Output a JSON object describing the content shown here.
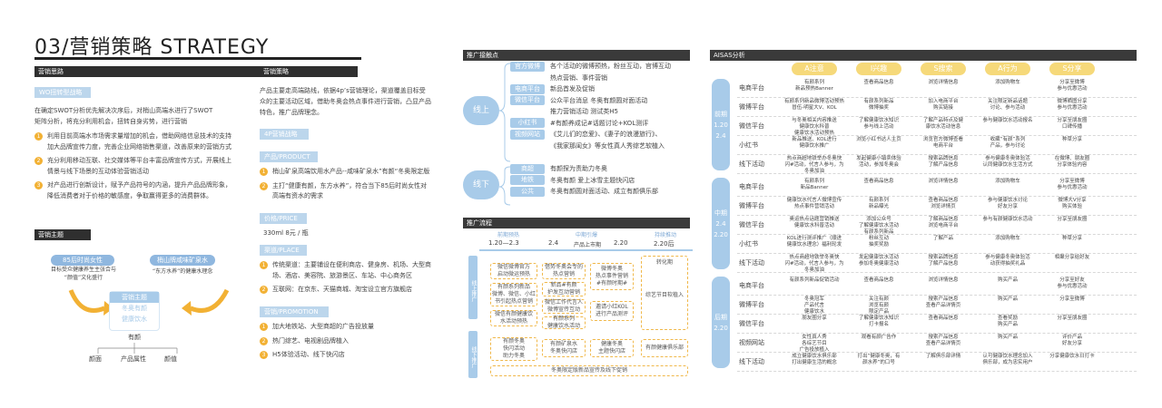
{
  "title": "03/营销策略 STRATEGY",
  "left": {
    "s1": "营销思路",
    "wo": "WO扭转型战略",
    "intro": [
      "在确定SWOT分析优先解决次序后，对梢山高端水进行了SWOT",
      "矩阵分析，将充分利用机会，扭转自身劣势，进行营销"
    ],
    "bullets": [
      {
        "n": "1",
        "lines": [
          "利用目前高端水市场需求量增加的机会，借助网络信息技术的支持",
          "加大品牌宣传力度，完善企业网络销售渠道，改善原来的营销方式"
        ]
      },
      {
        "n": "2",
        "lines": [
          "充分利用移动互联、社交媒体等平台丰富品牌宣传方式，开展线上",
          "情景与线下场景的互动体验营销活动"
        ]
      },
      {
        "n": "3",
        "lines": [
          "对产品进行创新设计，赋予产品符号的内涵，提升产品品牌形象，",
          "降低消费者对于价格的敏感度，争取赢得更多的消费群体。"
        ]
      }
    ],
    "s2": "营销主题",
    "pill1": "85后时尚女性",
    "pill1_desc": [
      "目标受众健康养生主张合与",
      "“颜值”文化盛行"
    ],
    "pill2": "梢山牌咸味矿泉水",
    "pill2_desc": "“东方水养”的健康水理念",
    "center_title": "营销主题",
    "center_l1": "冬奥有颜",
    "center_l2": "健康饮水",
    "has": "有颜",
    "bottom": [
      "颜面",
      "产品属性",
      "颜值"
    ]
  },
  "mid": {
    "s3": "营销策略",
    "desc": [
      "产品主要走高端路线，依据4p’s营销理论，渠道覆盖目标受",
      "众的主要活动区域，借助冬奥会热点事件进行营销，凸显产品",
      "特色，推广品牌理念。"
    ],
    "p4": "4P营销战略",
    "product": "产品/PRODUCT",
    "prod": [
      {
        "n": "1",
        "lines": [
          "梢山矿泉高端饮用水产品--咸味矿泉水”有颜“冬奥限定版"
        ]
      },
      {
        "n": "2",
        "lines": [
          "主打“健康有颜，东方水养”，符合当下85后时尚女性对",
          "高端有资水的需求"
        ]
      }
    ],
    "price": "价格/PRICE",
    "price_val": "330ml 8元 / 瓶",
    "place": "渠道/PLACE",
    "place_items": [
      {
        "n": "1",
        "lines": [
          "传统渠道：主要铺设在便利商店、健身房、机场、大型商",
          "场、酒店、美容院、旅游景区、车站、中心商务区"
        ]
      },
      {
        "n": "2",
        "lines": [
          "互联网：在京东、天猫商城、淘宝设立官方旗舰店"
        ]
      }
    ],
    "promo": "营销/PROMOTION",
    "promo_items": [
      {
        "n": "1",
        "lines": [
          "加大地铁站、大型商超的广告投放量"
        ]
      },
      {
        "n": "2",
        "lines": [
          "热门综艺、电视剧品牌植入"
        ]
      },
      {
        "n": "3",
        "lines": [
          "H5体验活动、线下快闪店"
        ]
      }
    ]
  },
  "tp": {
    "s4": "推广接触点",
    "online": "线上",
    "offline": "线下",
    "items": [
      {
        "label": "官方微博",
        "text": "各个活动的微博预热，粉丝互动，官博互动"
      },
      {
        "label": "",
        "text": "热点营销、事件营销"
      },
      {
        "label": "电商平台",
        "text": "新品首发及促销"
      },
      {
        "label": "微信平台",
        "text": "公众平台消息        冬奥有颜圆对面活动"
      },
      {
        "label": "",
        "text": "推力营销活动        测试类H5"
      },
      {
        "label": "小红书",
        "text": "#有颜养成记#话题讨论+KOL测评"
      },
      {
        "label": "视频网站",
        "text": "《艾儿们的恋爱》、《妻子的浪漫旅行》、"
      },
      {
        "label": "",
        "text": "《我家那闺女》等女性真人秀综艺软植入"
      }
    ],
    "off_items": [
      {
        "label": "商超",
        "text": "有颜探为责助力冬奥"
      },
      {
        "label": "地铁",
        "text": "冬奥有颜  爱上冰雪主题快闪店"
      },
      {
        "label": "公共",
        "text": "冬奥有颜圆对面活动、成立有颜俱乐部"
      }
    ]
  },
  "flow": {
    "s5": "推广流程",
    "phases": [
      "前期预热",
      "中期引爆",
      "持续推动"
    ],
    "dates": [
      "1.20—2.3",
      "2.4",
      "2.20",
      "2.20后"
    ],
    "mid_label": "产品上市期",
    "online_lab": "线上推广",
    "offline_lab": "线下推广",
    "boxes": {
      "a1": "微信微博官方\n启动微运预热",
      "a2": "有颜系列新品\n微博、微信、小红\n书引起热点营销",
      "a3": "微信有颜健康饮\n水活动预热",
      "b1": "借势冬奥会专的\n热点营销",
      "b2": "新品#有颜\n护发互动营销",
      "b3": "微信工作代言人\n微博宣传互动",
      "b4": "有颜系列\n健康饮水活动",
      "c1": "微博冬奥\n热点事件营销\n#有颜时期#",
      "c2": "邀请小红KOL\n进行产品测评",
      "d1": "转化期",
      "d2": "综艺节目软植入",
      "o1": "有颜冬奥\n快闪活动\n助力冬奥",
      "o2": "有颜矿泉水\n冬奥快闪店",
      "o3": "健康冬奥\n主题快闪店",
      "o4": "有颜健康俱乐部",
      "o5": "冬奥限定版新品宣传及线下促销"
    }
  },
  "aisas": {
    "s6": "AISAS分析",
    "heads": [
      "A注意",
      "I兴趣",
      "S搜索",
      "A行为",
      "S分享"
    ],
    "phases": [
      {
        "name": "前期",
        "range1": "1.20",
        "range2": "2.4"
      },
      {
        "name": "中期",
        "range1": "2.4",
        "range2": "2.20"
      },
      {
        "name": "后期",
        "range1": "2.20",
        "range2": ""
      }
    ],
    "rows": [
      {
        "label": "电商平台",
        "cells": [
          "有颜系列\n新品预热Banner",
          "查看商品信息",
          "浏览详情信息",
          "添加购物车",
          "分享至微博\n参与优惠活动"
        ]
      },
      {
        "label": "微博平台",
        "cells": [
          "有颜系列新品微博活动预热\n冒伍-明星大V、KOL",
          "有颜系列新品\n微博抽奖",
          "加入电商平台\n购买链接",
          "关注限定新品话题\n讨论、参与活动",
          "微博晒图分享\n参与优惠活动"
        ]
      },
      {
        "label": "微信平台",
        "cells": [
          "与冬奥相关内容推送\n健康饮水科普\n健康饮水活动预热",
          "了解健康饮水知识\n参与线上活动",
          "了解产品特点及健\n康饮水活动信息",
          "参与健康饮水活动报名",
          "分享至朋友圈\n口碑传播"
        ]
      },
      {
        "label": "小红书",
        "cells": [
          "新品推送、KOL进行\n健康饮水推广",
          "浏览小红书达人主页",
          "浏览官方微博查看\n电商平台",
          "收藏“有颜”系列\n产品，参与讨论",
          "种草分享"
        ]
      },
      {
        "label": "线下活动",
        "cells": [
          "热点商超地铁举办冬奥快\n闪#活动，代言人参与，为\n冬奥加油",
          "发起健康小镇卖体验\n活动，参加冬奥会",
          "搜索品牌信息\n了解产品信息",
          "参与健康冬奥体验活\n认同健康饮水生活方式",
          "在微博、朋友圈\n分享体验内容"
        ]
      },
      {
        "label": "电商平台",
        "cells": [
          "有颜系列\n新品Banner",
          "查看商品信息",
          "浏览详情信息",
          "添加购物车",
          "分享至微博\n参与优惠活动"
        ]
      },
      {
        "label": "微博平台",
        "cells": [
          "健康饮水代言人微博宣传\n热点事件营销活动",
          "有颜系列\n新品曝光",
          "查看商品信息\n浏览详情页",
          "参与健康饮水讨论\n好友分享",
          "微博大V分享\n购买体验"
        ]
      },
      {
        "label": "微信平台",
        "cells": [
          "奥运热点话题营销推送\n健康饮水科普活动",
          "添加公众号\n了解健康饮水活动\n有颜系列新品",
          "了解商品信息\n浏览电商平台",
          "参与有颜健康饮水活动",
          "分享至朋友圈"
        ]
      },
      {
        "label": "小红书",
        "cells": [
          "KOL进行测评推广（顺进\n健康饮水理念）福利轮发",
          "粉丝互动\n抽奖奖励",
          "了解产品",
          "添加购物车",
          "种草分享"
        ]
      },
      {
        "label": "线下活动",
        "cells": [
          "热点商超地铁举冬奥快\n闪#活动，代言人参与，为\n冬奥加油",
          "发起健康饮水活动\n参加冬奥健康活动",
          "搜索品牌信息\n了解产品信息",
          "参与健康冬奥体验活\n动获得抽奖礼品",
          "相聚分享给好友"
        ]
      },
      {
        "label": "电商平台",
        "cells": [
          "有颜系列新品促销活动",
          "查看商品信息",
          "浏览详情信息",
          "购买产品",
          "分享至好友\n参与优惠活动"
        ]
      },
      {
        "label": "微博平台",
        "cells": [
          "冬奥冠军\n产品代言\n健康饮水",
          "关注有颜\n浏览有颜\n限定产品",
          "搜索产品信息\n查看产品详情页",
          "购买产品",
          "分享至微博"
        ]
      },
      {
        "label": "微信平台",
        "cells": [
          "朋友圈分享",
          "了解健康饮水知识\n打卡报名",
          "查看商品信息",
          "查看奖励\n购买产品",
          "分享至朋友圈"
        ]
      },
      {
        "label": "视频网站",
        "cells": [
          "女性真人秀\n各综艺节目\n广告投放植入",
          "观看有颜广告作",
          "搜索产品信息\n查看产品详情页",
          "购买产品",
          "评价产品\n好友分享"
        ]
      },
      {
        "label": "线下活动",
        "cells": [
          "成立健康饮水俱乐部\n打出健康生活的概念",
          "打出“健康冬奥，有\n颜水养”的口号",
          "了解俱乐部详情",
          "认可健康饮水理念加入\n俱乐部，成为忠实用户",
          "分享健康饮水日打卡"
        ]
      }
    ]
  }
}
